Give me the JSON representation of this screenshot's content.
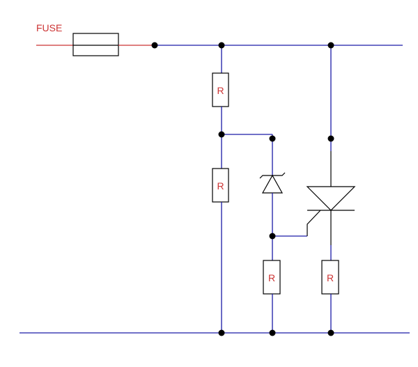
{
  "diagram": {
    "labels": {
      "fuse": "FUSE",
      "r_upper": "R",
      "r_lower": "R",
      "r_zener": "R",
      "r_scr": "R"
    },
    "colors": {
      "wire": "#1a1aa6",
      "input_wire": "#cc3333",
      "component": "#000000",
      "label": "#cc3333"
    }
  }
}
